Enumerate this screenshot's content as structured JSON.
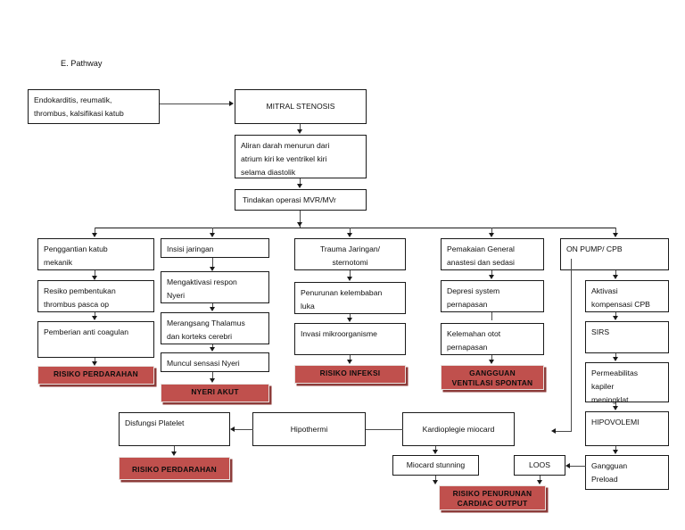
{
  "document": {
    "section_heading": "E. Pathway"
  },
  "nodes": {
    "etiology": "Endokarditis, reumatik,\nthrombus, kalsifikasi katub",
    "mitral_stenosis": "MITRAL STENOSIS",
    "aliran_darah": "Aliran darah  menurun dari\natrium kiri ke ventrikel kiri\nselama diastolik",
    "tindakan_operasi": "Tindakan operasi MVR/MVr",
    "col1": {
      "n1": "Penggantian katub\nmekanik",
      "n2": "Resiko pembentukan\nthrombus pasca op",
      "n3": "Pemberian anti coagulan",
      "diagnosis": "RISIKO PERDARAHAN"
    },
    "col2": {
      "n1": "Insisi jaringan",
      "n2": "Mengaktivasi respon\nNyeri",
      "n3": "Merangsang Thalamus\ndan korteks cerebri",
      "n4": "Muncul sensasi Nyeri",
      "diagnosis": "NYERI AKUT"
    },
    "col3": {
      "n1": "Trauma Jaringan/\nsternotomi",
      "n2": "Penurunan kelembaban\nluka",
      "n3": "Invasi mikroorganisme",
      "diagnosis": "RISIKO INFEKSI"
    },
    "col4": {
      "n1": "Pemakaian General\nanastesi dan sedasi",
      "n2": "Depresi system\npernapasan",
      "n3": "Kelemahan otot\npernapasan",
      "diagnosis": "GANGGUAN\nVENTILASI SPONTAN"
    },
    "col5": {
      "n1": "ON PUMP/ CPB",
      "n2": "Aktivasi\nkompensasi CPB",
      "n3": "SIRS",
      "n4": "Permeabilitas\nkapiler\nmeningklat",
      "n5": "HIPOVOLEMI",
      "n6": "Gangguan\nPreload"
    },
    "bottom": {
      "disfungsi_platelet": "Disfungsi  Platelet",
      "hipothermi": "Hipothermi",
      "kardioplegie": "Kardioplegie miocard",
      "miocard_stunning": "Miocard stunning",
      "loos": "LOOS",
      "diagnosis_perdarahan": "RISIKO PERDARAHAN",
      "diagnosis_cardiac_output": "RISIKO PENURUNAN\nCARDIAC OUTPUT"
    }
  },
  "colors": {
    "diagnosis_fill": "#c0504d",
    "diagnosis_shadow": "#8c3b39",
    "box_border": "#1a1a1a",
    "connector": "#4a4a4a",
    "page_background": "#ffffff"
  }
}
